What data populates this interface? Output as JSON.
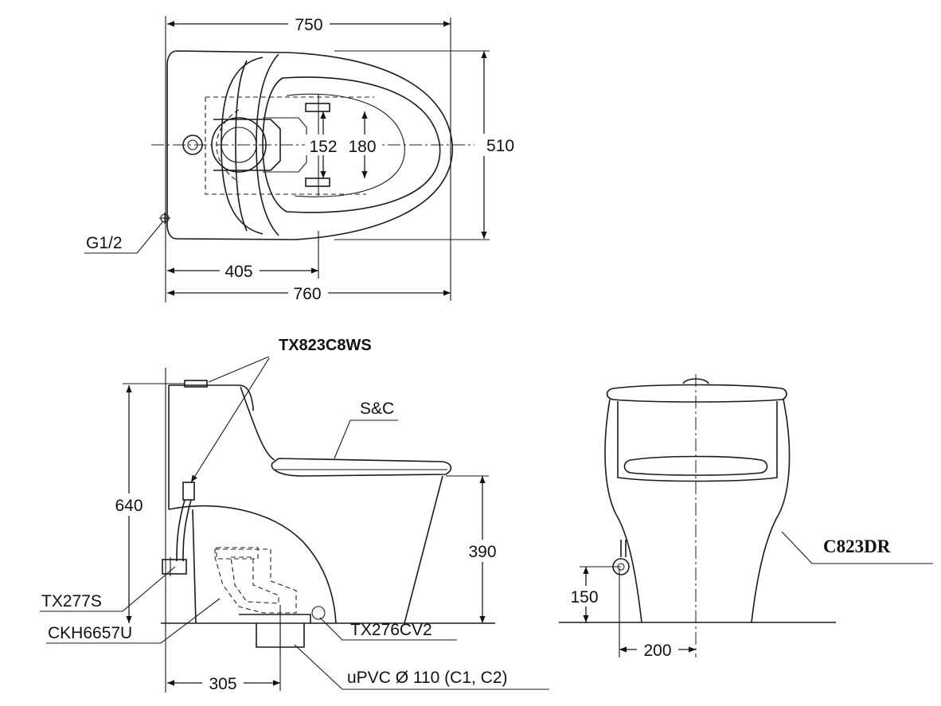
{
  "top_view": {
    "width_top": "750",
    "depth": "510",
    "inner_152": "152",
    "inner_180": "180",
    "inlet": "G1/2",
    "offset_405": "405",
    "width_bottom": "760"
  },
  "side_view": {
    "tank_lid_part": "TX823C8WS",
    "seat_part": "S&C",
    "height_total": "640",
    "seat_height": "390",
    "valve_part": "TX277S",
    "trap_part": "CKH6657U",
    "flange_part": "TX276CV2",
    "rough_in": "305",
    "pipe": "uPVC Ø 110 (C1, C2)"
  },
  "front_view": {
    "model": "C823DR",
    "inlet_height": "150",
    "inlet_offset": "200"
  },
  "colors": {
    "line": "#1a1a1a",
    "background": "#ffffff"
  }
}
